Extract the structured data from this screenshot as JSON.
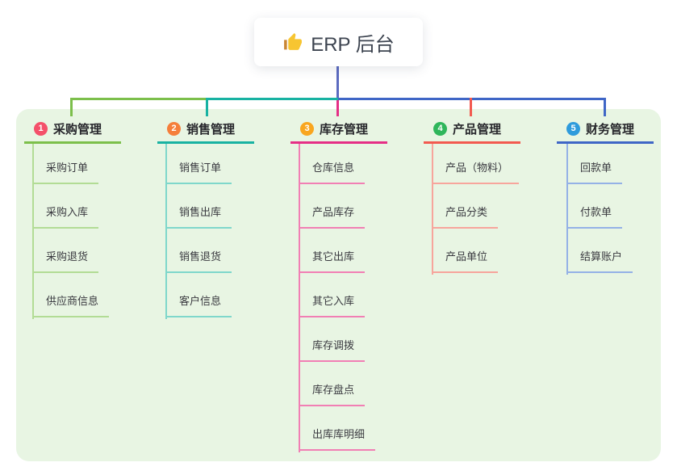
{
  "root": {
    "label": "ERP 后台",
    "icon": "thumbs-up-icon"
  },
  "colors": {
    "panel_background": "#E8F5E3",
    "root_connector": "#5C6BC0",
    "root_text": "#3D4450",
    "title_text": "#27272C",
    "item_text": "#3A3A40"
  },
  "branches": [
    {
      "num": "1",
      "title": "采购管理",
      "badge_color": "#F4506A",
      "color": "#7CBF4B",
      "color_light": "#B2DC95",
      "items": [
        "采购订单",
        "采购入库",
        "采购退货",
        "供应商信息"
      ]
    },
    {
      "num": "2",
      "title": "销售管理",
      "badge_color": "#F57F3B",
      "color": "#18B2A2",
      "color_light": "#7FD7CB",
      "items": [
        "销售订单",
        "销售出库",
        "销售退货",
        "客户信息"
      ]
    },
    {
      "num": "3",
      "title": "库存管理",
      "badge_color": "#F9A61F",
      "color": "#E52F86",
      "color_light": "#F17FB4",
      "items": [
        "仓库信息",
        "产品库存",
        "其它出库",
        "其它入库",
        "库存调拨",
        "库存盘点",
        "出库库明细"
      ]
    },
    {
      "num": "4",
      "title": "产品管理",
      "badge_color": "#2FB65B",
      "color": "#F25A50",
      "color_light": "#F7A59C",
      "items": [
        "产品（物料）",
        "产品分类",
        "产品单位"
      ]
    },
    {
      "num": "5",
      "title": "财务管理",
      "badge_color": "#2E9BDC",
      "color": "#3F66C6",
      "color_light": "#94B1E6",
      "items": [
        "回款单",
        "付款单",
        "结算账户"
      ]
    }
  ]
}
